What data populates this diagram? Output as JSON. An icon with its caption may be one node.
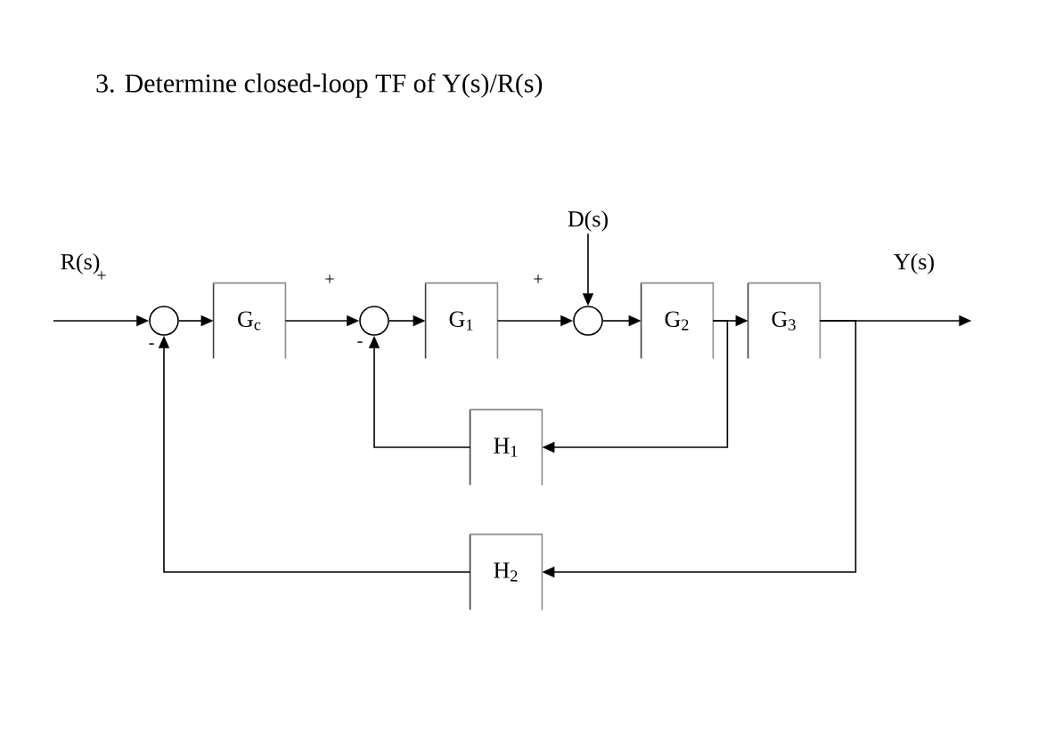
{
  "diagram": {
    "title": "3. Determine closed-loop TF of Y(s)/R(s)",
    "nodes": [
      {
        "text": [],
        "shape": "circle"
      },
      {
        "text": [
          "G$_{c}$"
        ]
      },
      {
        "text": [],
        "shape": "circle"
      },
      {
        "text": [
          "G$_{1}$"
        ]
      },
      {
        "text": [
          "D(s)"
        ]
      },
      {
        "text": [],
        "shape": "circle"
      },
      {
        "text": [
          "G$_{2}$"
        ]
      },
      {
        "text": [
          "G$_{3}$"
        ]
      },
      {
        "text": [
          "H$_{1}$"
        ]
      },
      {
        "text": [
          "H$_{2}$"
        ]
      }
    ],
    "edges": [
      {
        "from": null,
        "to": 0,
        "arrow": "to"
      },
      {
        "from": 0,
        "to": 1,
        "arrow": "to"
      },
      {
        "from": 1,
        "to": 2,
        "arrow": "to"
      },
      {
        "from": 2,
        "to": 3,
        "arrow": "to"
      },
      {
        "from": 3,
        "to": 5,
        "arrow": "to"
      },
      {
        "from": 4,
        "to": 5,
        "arrow": "to"
      },
      {
        "from": 5,
        "to": 6,
        "arrow": "to"
      },
      {
        "from": 6,
        "to": 7,
        "arrow": "to"
      },
      {
        "from": 7,
        "to": null,
        "arrow": "to"
      },
      {
        "from": 6,
        "to": 8,
        "arrow": "to"
      },
      {
        "from": 8,
        "to": 2,
        "arrow": "to"
      },
      {
        "from": 7,
        "to": 9,
        "arrow": "to"
      },
      {
        "from": 9,
        "to": 0,
        "arrow": "to"
      }
    ],
    "labels": [
      "R(s)",
      "+",
      "+",
      "+",
      "Y(s)",
      "-",
      "-"
    ]
  }
}
